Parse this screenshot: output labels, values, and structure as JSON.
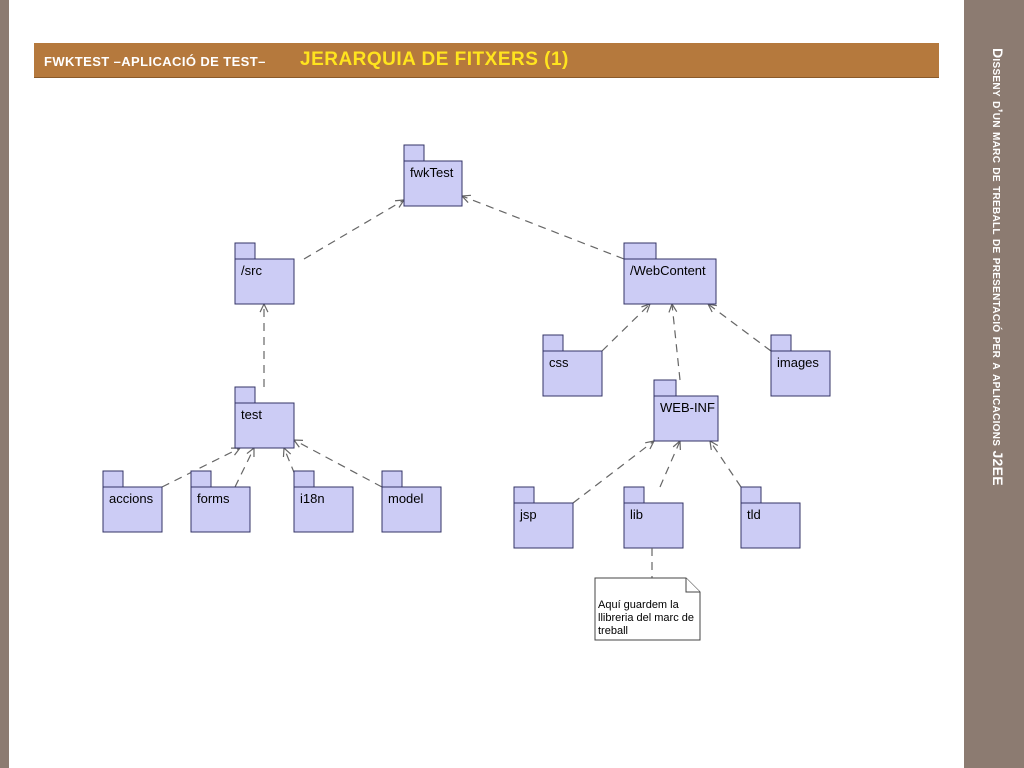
{
  "title_bar": {
    "prefix": "FWKTEST –APLICACIÓ DE TEST–",
    "main": "JERARQUIA DE FITXERS (1)"
  },
  "side_title": "Disseny d’un marc de treball de presentació per a aplicacions J2EE",
  "diagram": {
    "packages": [
      {
        "id": "fwkTest",
        "label": "fwkTest"
      },
      {
        "id": "src",
        "label": "/src"
      },
      {
        "id": "webcontent",
        "label": "/WebContent"
      },
      {
        "id": "test",
        "label": "test"
      },
      {
        "id": "css",
        "label": "css"
      },
      {
        "id": "images",
        "label": "images"
      },
      {
        "id": "webinf",
        "label": "WEB-INF"
      },
      {
        "id": "accions",
        "label": "accions"
      },
      {
        "id": "forms",
        "label": "forms"
      },
      {
        "id": "i18n",
        "label": "i18n"
      },
      {
        "id": "model",
        "label": "model"
      },
      {
        "id": "jsp",
        "label": "jsp"
      },
      {
        "id": "lib",
        "label": "lib"
      },
      {
        "id": "tld",
        "label": "tld"
      }
    ],
    "dependencies": [
      {
        "from": "src",
        "to": "fwkTest"
      },
      {
        "from": "webcontent",
        "to": "fwkTest"
      },
      {
        "from": "test",
        "to": "src"
      },
      {
        "from": "css",
        "to": "webcontent"
      },
      {
        "from": "webinf",
        "to": "webcontent"
      },
      {
        "from": "images",
        "to": "webcontent"
      },
      {
        "from": "accions",
        "to": "test"
      },
      {
        "from": "forms",
        "to": "test"
      },
      {
        "from": "i18n",
        "to": "test"
      },
      {
        "from": "model",
        "to": "test"
      },
      {
        "from": "jsp",
        "to": "webinf"
      },
      {
        "from": "lib",
        "to": "webinf"
      },
      {
        "from": "tld",
        "to": "webinf"
      }
    ],
    "note": {
      "attached_to": "lib",
      "lines": [
        "Aquí guardem la",
        "llibreria del marc de",
        "treball"
      ]
    }
  },
  "colors": {
    "accent_bar": "#b5793d",
    "title_highlight": "#ffe41e",
    "side_bar": "#8c7b71",
    "package_fill": "#ccccf5"
  }
}
